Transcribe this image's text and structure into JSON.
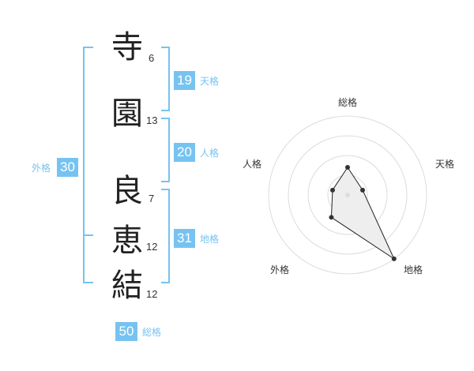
{
  "characters": [
    {
      "char": "寺",
      "strokes": "6"
    },
    {
      "char": "園",
      "strokes": "13"
    },
    {
      "char": "良",
      "strokes": "7"
    },
    {
      "char": "恵",
      "strokes": "12"
    },
    {
      "char": "結",
      "strokes": "12"
    }
  ],
  "kaku": {
    "tenkaku": {
      "value": "19",
      "label": "天格"
    },
    "jinkaku": {
      "value": "20",
      "label": "人格"
    },
    "chikaku": {
      "value": "31",
      "label": "地格"
    },
    "gaikaku": {
      "value": "30",
      "label": "外格"
    },
    "soukaku": {
      "value": "50",
      "label": "総格"
    }
  },
  "colors": {
    "accent": "#76c3f1",
    "text": "#222222",
    "radar_fill": "#eeeeee"
  },
  "radar": {
    "axes": [
      "総格",
      "天格",
      "地格",
      "外格",
      "人格"
    ],
    "values": [
      0.35,
      0.2,
      1.0,
      0.35,
      0.2
    ]
  }
}
